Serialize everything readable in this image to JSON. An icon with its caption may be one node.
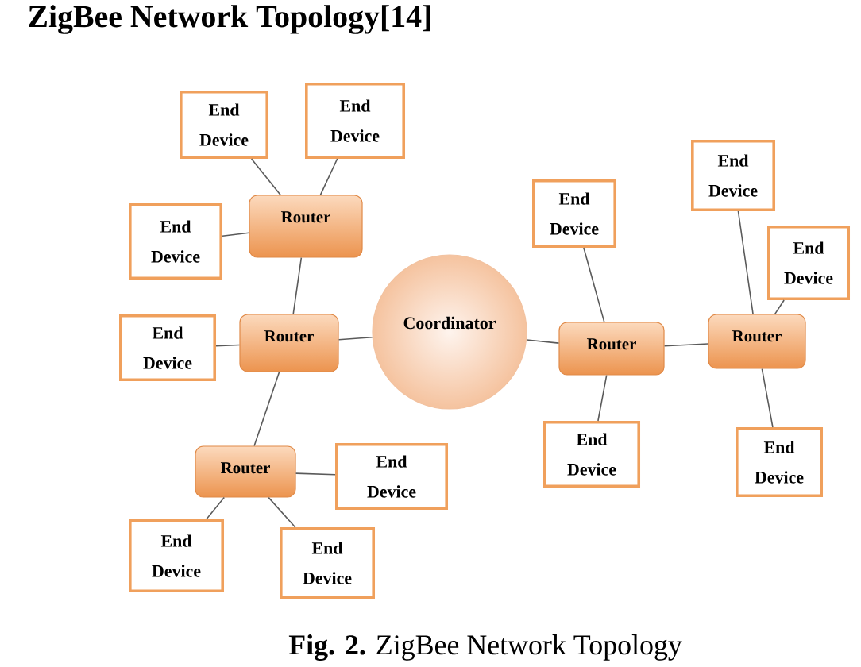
{
  "diagram": {
    "title": "ZigBee Network Topology[14]",
    "caption": "**Fig. 2.** ZigBee Network Topology",
    "nodes": [
      {
        "text": [
          "End Device"
        ]
      },
      {
        "text": [
          "End Device"
        ]
      },
      {
        "text": [
          "End Device"
        ]
      },
      {
        "text": [
          "End Device"
        ]
      },
      {
        "text": [
          "Router"
        ]
      },
      {
        "text": [
          "End Device"
        ]
      },
      {
        "text": [
          "End Device"
        ]
      },
      {
        "text": [
          "Coordinator"
        ]
      },
      {
        "text": [
          "Router"
        ]
      },
      {
        "text": [
          "End Device"
        ]
      },
      {
        "text": [
          "Router"
        ]
      },
      {
        "text": [
          "Router"
        ]
      },
      {
        "text": [
          "End Device"
        ]
      },
      {
        "text": [
          "End Device"
        ]
      },
      {
        "text": [
          "End Device"
        ]
      },
      {
        "text": [
          "Router"
        ]
      },
      {
        "text": [
          "End Device"
        ]
      },
      {
        "text": [
          "End Device"
        ]
      }
    ],
    "edges": [
      {
        "from": 4,
        "to": 1,
        "arrow": "none"
      },
      {
        "from": 4,
        "to": 0,
        "arrow": "none"
      },
      {
        "from": 4,
        "to": 5,
        "arrow": "none"
      },
      {
        "from": 4,
        "to": 8,
        "arrow": "none"
      },
      {
        "from": 8,
        "to": 9,
        "arrow": "none"
      },
      {
        "from": 7,
        "to": 8,
        "arrow": "none"
      },
      {
        "from": 8,
        "to": 15,
        "arrow": "none"
      },
      {
        "from": 15,
        "to": 14,
        "arrow": "none"
      },
      {
        "from": 15,
        "to": 16,
        "arrow": "none"
      },
      {
        "from": 15,
        "to": 17,
        "arrow": "none"
      },
      {
        "from": 7,
        "to": 11,
        "arrow": "none"
      },
      {
        "from": 11,
        "to": 3,
        "arrow": "none"
      },
      {
        "from": 11,
        "to": 12,
        "arrow": "none"
      },
      {
        "from": 11,
        "to": 10,
        "arrow": "none"
      },
      {
        "from": 10,
        "to": 2,
        "arrow": "none"
      },
      {
        "from": 10,
        "to": 6,
        "arrow": "none"
      },
      {
        "from": 10,
        "to": 13,
        "arrow": "none"
      }
    ]
  }
}
